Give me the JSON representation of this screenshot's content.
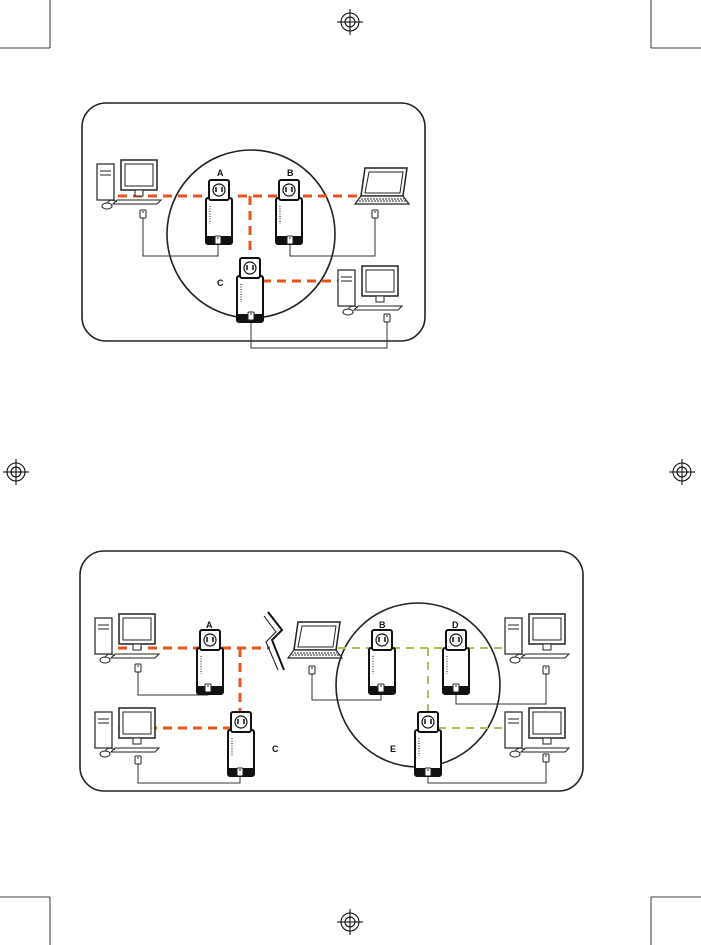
{
  "colors": {
    "powerline_orange": "#e8541c",
    "powerline_green": "#a8c060",
    "outline": "#222222"
  },
  "diagram1": {
    "labels": {
      "A": "A",
      "B": "B",
      "C": "C"
    }
  },
  "diagram2": {
    "labels": {
      "A": "A",
      "B": "B",
      "C": "C",
      "D": "D",
      "E": "E"
    }
  },
  "icons": [
    "registration-mark-icon",
    "desktop-computer-icon",
    "laptop-icon",
    "powerline-adapter-icon",
    "ethernet-plug-icon",
    "lightning-break-icon"
  ]
}
